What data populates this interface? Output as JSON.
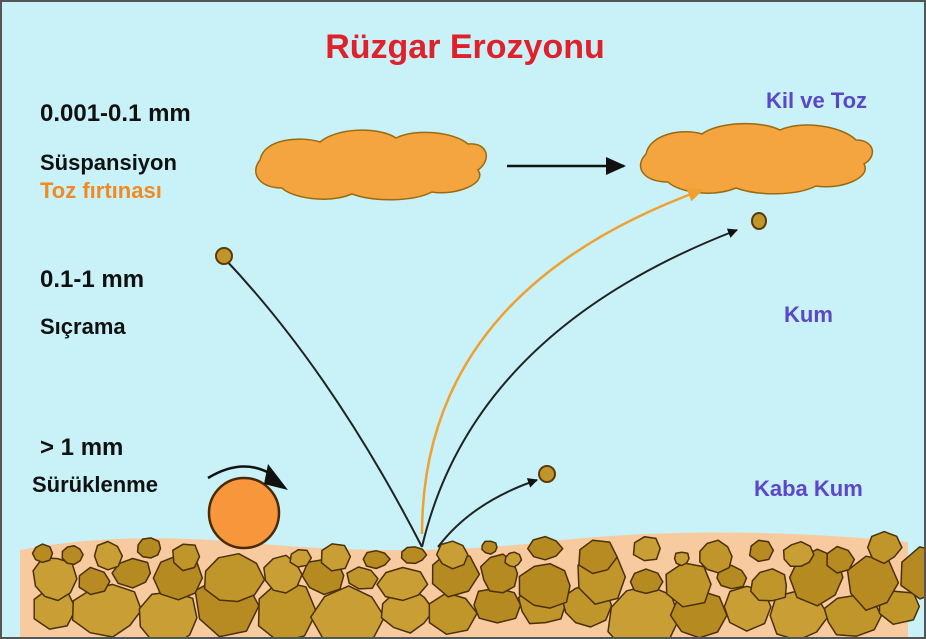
{
  "title": "Rüzgar Erozyonu",
  "rows": [
    {
      "size": "0.001-0.1 mm",
      "process": "Süspansiyon",
      "example": "Toz fırtınası",
      "particle": "Kil ve Toz"
    },
    {
      "size": "0.1-1 mm",
      "process": "Sıçrama",
      "particle": "Kum"
    },
    {
      "size": "> 1 mm",
      "process": "Sürüklenme",
      "particle": "Kaba Kum"
    }
  ],
  "colors": {
    "sky": "#c8f2f7",
    "title": "#e0202a",
    "cloud": "#f4a540",
    "highlight": "#f08a24",
    "particle_label": "#5b47c8",
    "grain": "#c0962a",
    "ground": "#f8caa0"
  }
}
